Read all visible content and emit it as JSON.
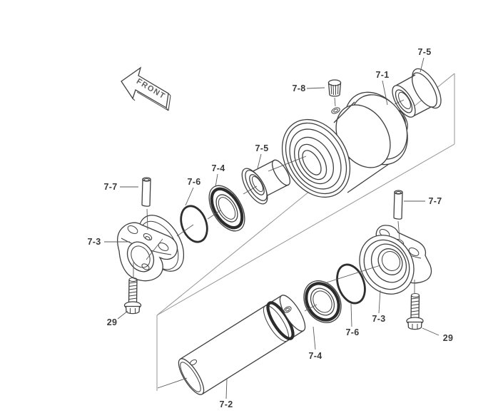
{
  "front_arrow": {
    "label": "FRONT"
  },
  "colors": {
    "line": "#3f3f3f",
    "frame_plane": "#949494",
    "label_text": "#3a3a3a",
    "background": "#ffffff"
  },
  "callouts": [
    {
      "id": "bushing-top",
      "text": "7-5"
    },
    {
      "id": "roller",
      "text": "7-1"
    },
    {
      "id": "plug",
      "text": "7-8"
    },
    {
      "id": "bushing-mid",
      "text": "7-5"
    },
    {
      "id": "seal-left",
      "text": "7-4"
    },
    {
      "id": "oring-left",
      "text": "7-6"
    },
    {
      "id": "pin-left",
      "text": "7-7"
    },
    {
      "id": "bracket-left",
      "text": "7-3"
    },
    {
      "id": "bolt-left",
      "text": "29"
    },
    {
      "id": "shaft",
      "text": "7-2"
    },
    {
      "id": "seal-right",
      "text": "7-4"
    },
    {
      "id": "oring-right",
      "text": "7-6"
    },
    {
      "id": "bracket-right",
      "text": "7-3"
    },
    {
      "id": "pin-right",
      "text": "7-7"
    },
    {
      "id": "bolt-right",
      "text": "29"
    }
  ]
}
